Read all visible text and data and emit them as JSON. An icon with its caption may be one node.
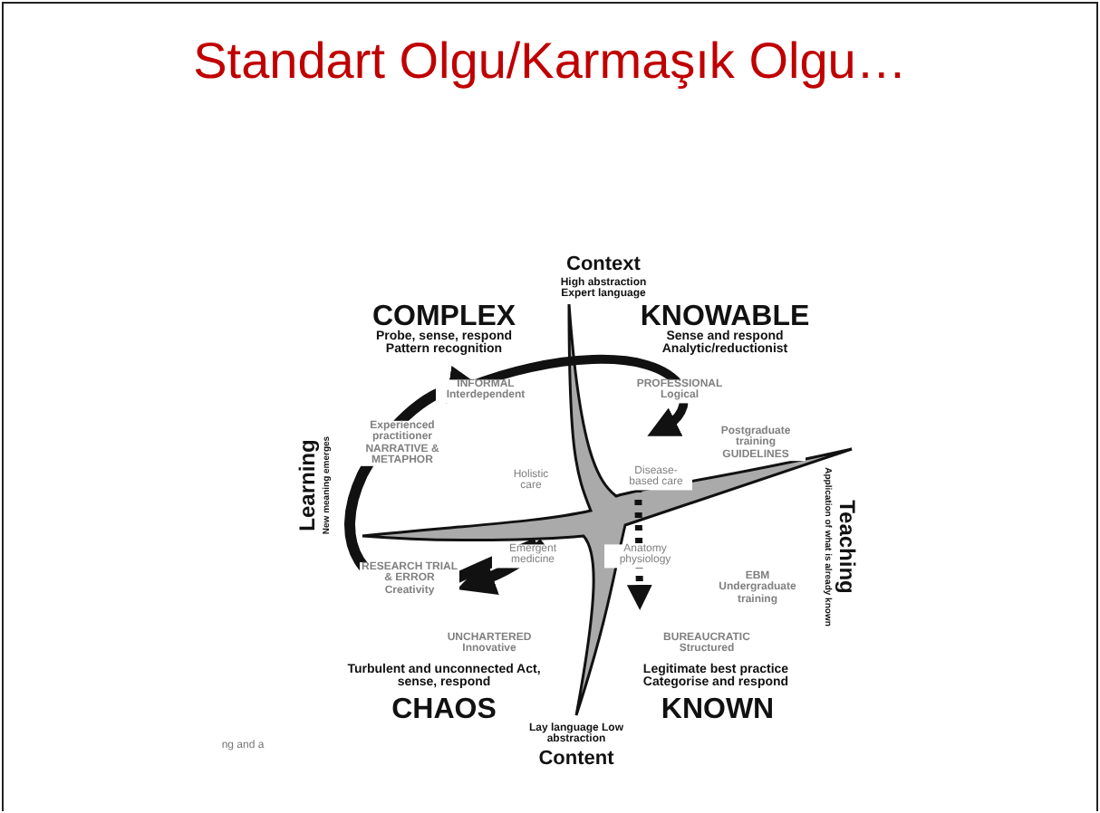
{
  "diagram": {
    "title": "Standart Olgu/Karmaşık Olgu…",
    "labels": [
      "Context",
      "High abstraction Expert language",
      "COMPLEX",
      "Probe, sense, respond Pattern recognition",
      "KNOWABLE",
      "Sense and respond Analytic/reductionist",
      "INFORMAL Interdependent",
      "PROFESSIONAL Logical",
      "Experienced practitioner NARRATIVE & METAPHOR",
      "Holistic care",
      "Postgraduate training GUIDELINES",
      "Disease-based care",
      "Learning",
      "New meaning emerges",
      "Teaching",
      "Application of what is already known",
      "Emergent medicine",
      "Anatomy physiology",
      "RESEARCH TRIAL & ERROR Creativity",
      "EBM Undergraduate training",
      "UNCHARTERED Innovative",
      "BUREAUCRATIC Structured",
      "Turbulent and unconnected Act, sense, respond",
      "Legitimate best practice Categorise and respond",
      "CHAOS",
      "KNOWN",
      "ng and a",
      "Lay language Low abstraction",
      "Content"
    ]
  }
}
